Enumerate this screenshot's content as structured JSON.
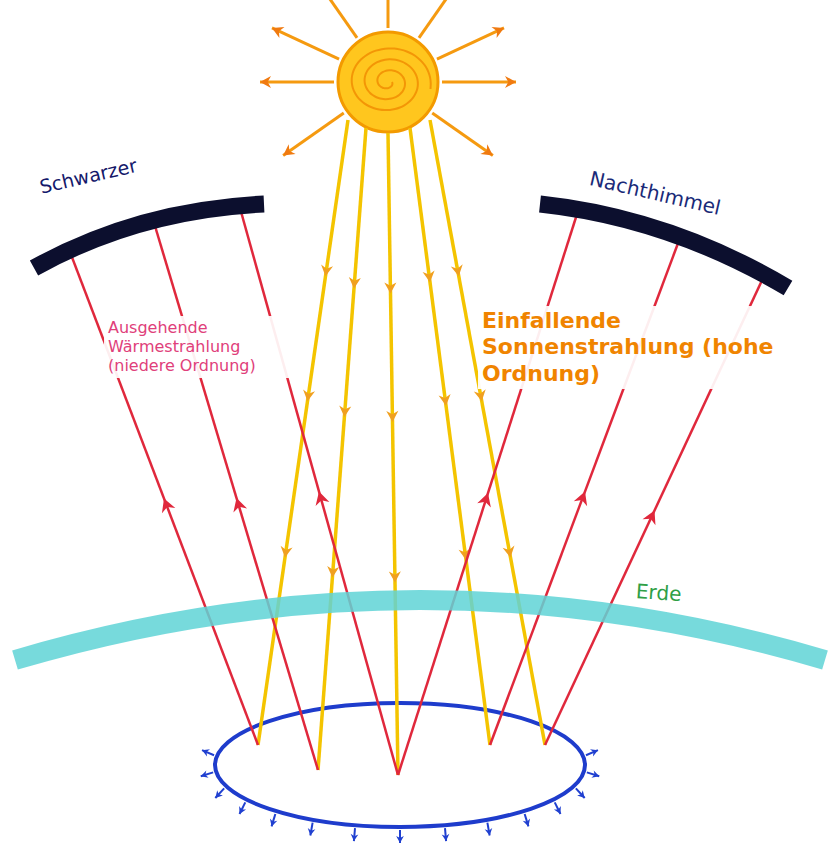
{
  "diagram": {
    "nodes": [
      {
        "text": [
          "Schwarzer"
        ]
      },
      {
        "text": [
          "Nachthimmel"
        ]
      },
      {
        "text": [
          "Erde"
        ]
      }
    ],
    "labels": [
      "Ausgehende Wärmestrahlung (niedere Ordnung)",
      "Einfallende Sonnenstrahlung (hohe Ordnung)"
    ]
  }
}
